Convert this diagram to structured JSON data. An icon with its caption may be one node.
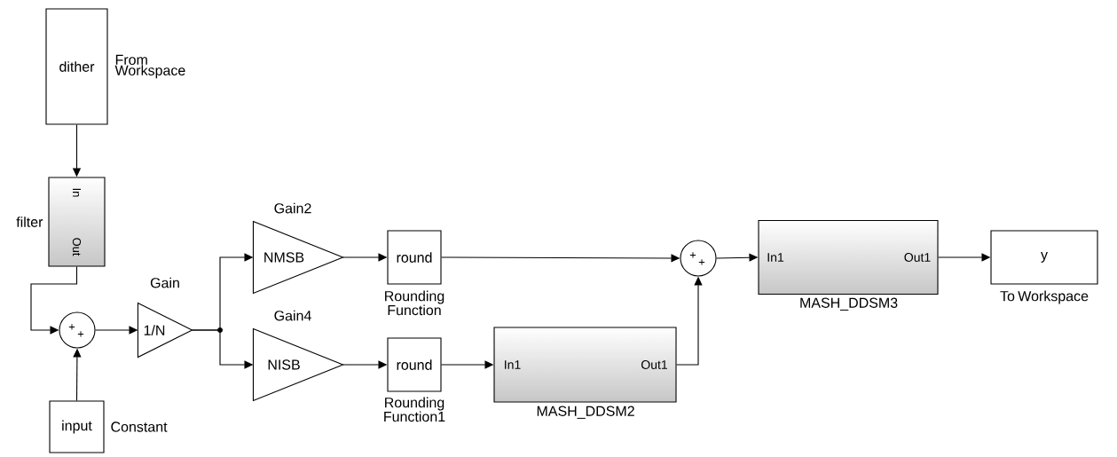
{
  "diagram": {
    "nodes": [
      {
        "text": [
          "dither"
        ],
        "beside": [
          "From Workspace"
        ]
      },
      {
        "text": [
          "In",
          "Out"
        ],
        "beside": [
          "filter"
        ]
      },
      {
        "text": [
          "+",
          "+"
        ]
      },
      {
        "text": [
          "1/N"
        ],
        "beside": [
          "Gain"
        ]
      },
      {
        "text": [
          "NMSB"
        ],
        "beside": [
          "Gain2"
        ]
      },
      {
        "text": [
          "NISB"
        ],
        "beside": [
          "Gain4"
        ]
      },
      {
        "text": [
          "round"
        ],
        "beside": [
          "Rounding Function"
        ]
      },
      {
        "text": [
          "round"
        ],
        "beside": [
          "Rounding Function1"
        ]
      },
      {
        "text": [
          "In1",
          "Out1"
        ],
        "beside": [
          "MASH_DDSM2"
        ]
      },
      {
        "text": [
          "+",
          "+"
        ]
      },
      {
        "text": [
          "In1",
          "Out1"
        ],
        "beside": [
          "MASH_DDSM3"
        ]
      },
      {
        "text": [
          "y"
        ],
        "beside": [
          "To Workspace"
        ]
      },
      {
        "text": [
          "input"
        ],
        "beside": [
          "Constant"
        ]
      }
    ],
    "edges": [
      {
        "from": 0,
        "to": 1,
        "arrow": "to"
      },
      {
        "from": 1,
        "to": 2,
        "arrow": "to"
      },
      {
        "from": 12,
        "to": 2,
        "arrow": "to"
      },
      {
        "from": 2,
        "to": 3,
        "arrow": "to"
      },
      {
        "from": 3,
        "to": 4,
        "arrow": "to"
      },
      {
        "from": 3,
        "to": 5,
        "arrow": "to"
      },
      {
        "from": 4,
        "to": 6,
        "arrow": "to"
      },
      {
        "from": 5,
        "to": 7,
        "arrow": "to"
      },
      {
        "from": 6,
        "to": 9,
        "arrow": "to"
      },
      {
        "from": 7,
        "to": 8,
        "arrow": "to"
      },
      {
        "from": 8,
        "to": 9,
        "arrow": "to"
      },
      {
        "from": 9,
        "to": 10,
        "arrow": "to"
      },
      {
        "from": 10,
        "to": 11,
        "arrow": "to"
      }
    ]
  }
}
